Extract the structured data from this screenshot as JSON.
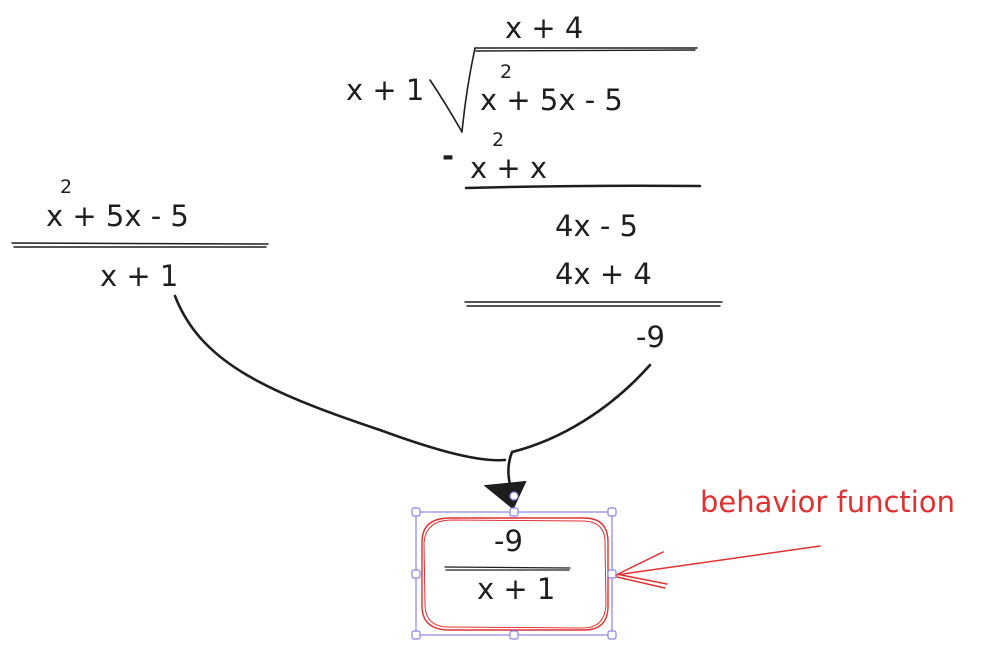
{
  "left_fraction": {
    "numerator": "x + 5x - 5",
    "numerator_exponent": "2",
    "denominator": "x + 1"
  },
  "long_division": {
    "quotient": "x + 4",
    "divisor": "x + 1",
    "dividend": "x + 5x - 5",
    "dividend_exponent": "2",
    "subtract_sign": "-",
    "subtract_term": "x + x",
    "subtract_exponent": "2",
    "remainder_step": "4x - 5",
    "second_subtract": "4x + 4",
    "remainder": "-9"
  },
  "result_box": {
    "numerator": "-9",
    "denominator": "x + 1"
  },
  "annotation": {
    "label": "behavior function",
    "color": "#e03131"
  }
}
